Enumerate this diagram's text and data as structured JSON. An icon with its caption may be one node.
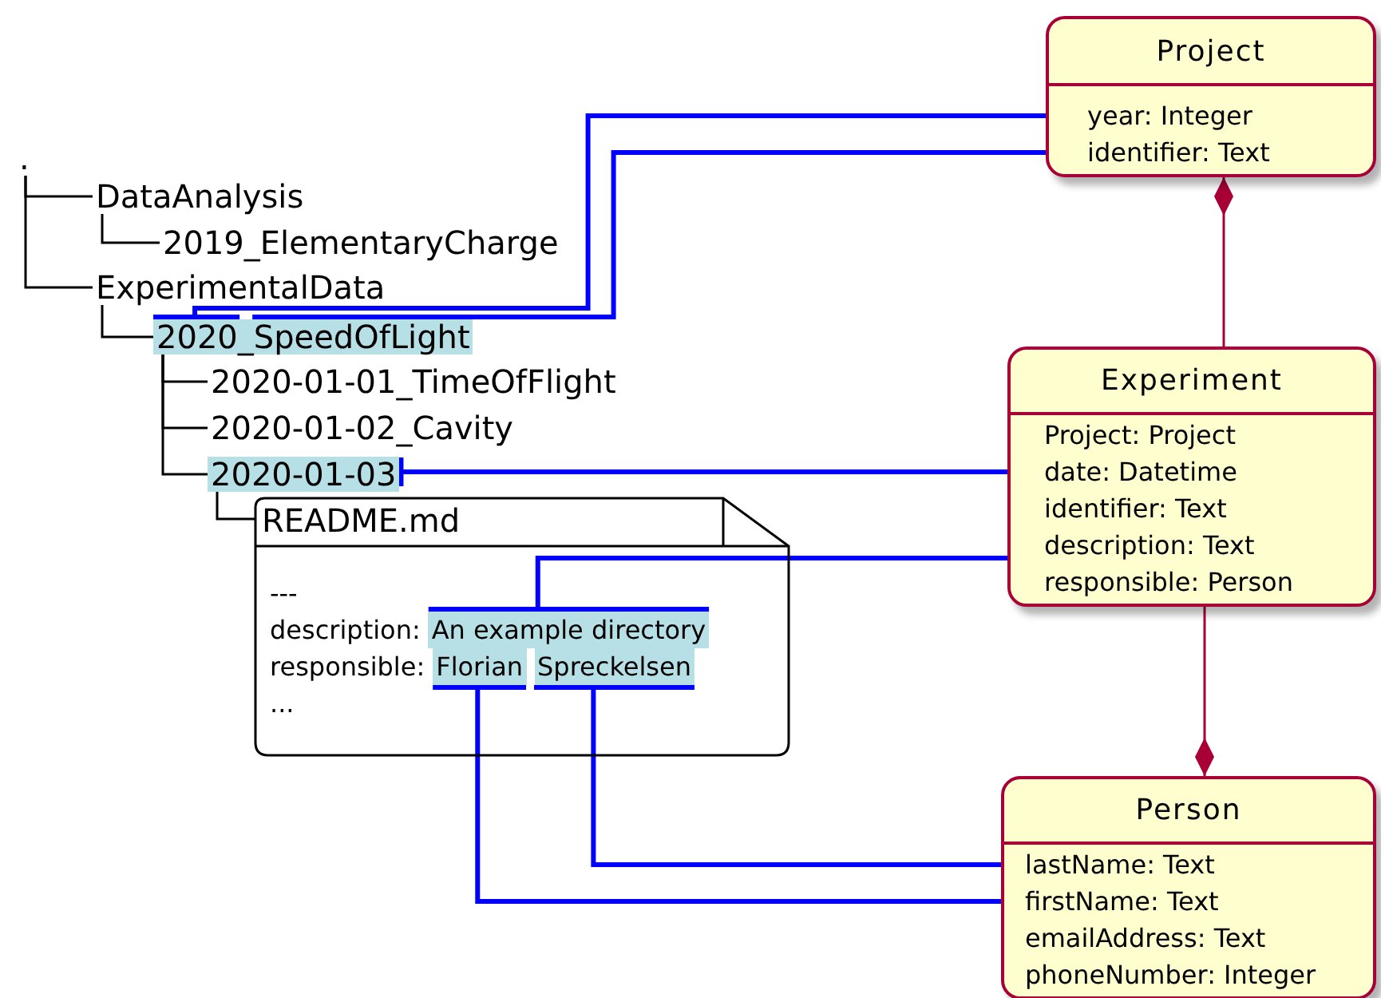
{
  "diagram": {
    "nodes": [
      {
        "text": [
          "."
        ]
      },
      {
        "text": [
          "DataAnalysis"
        ]
      },
      {
        "text": [
          "2019_ElementaryCharge"
        ]
      },
      {
        "text": [
          "ExperimentalData"
        ]
      },
      {
        "text": [
          "2020_SpeedOfLight"
        ]
      },
      {
        "text": [
          "2020-01-01_TimeOfFlight"
        ]
      },
      {
        "text": [
          "2020-01-02_Cavity"
        ]
      },
      {
        "text": [
          "2020-01-03"
        ]
      },
      {
        "text": [
          "README.md",
          "---",
          "description:",
          "responsible:",
          "..."
        ]
      },
      {
        "text": [
          "An example directory"
        ],
        "in": 8
      },
      {
        "text": [
          "Florian"
        ],
        "in": 8
      },
      {
        "text": [
          "Spreckelsen"
        ],
        "in": 8
      },
      {
        "text": [
          "Project"
        ]
      },
      {
        "text": [
          "year: Integer"
        ],
        "in": 12
      },
      {
        "text": [
          "identifier: Text"
        ],
        "in": 12
      },
      {
        "text": [
          "Experiment"
        ]
      },
      {
        "text": [
          "Project: Project"
        ],
        "in": 15
      },
      {
        "text": [
          "date: Datetime"
        ],
        "in": 15
      },
      {
        "text": [
          "identifier: Text"
        ],
        "in": 15
      },
      {
        "text": [
          "description: Text"
        ],
        "in": 15
      },
      {
        "text": [
          "responsible: Person"
        ],
        "in": 15
      },
      {
        "text": [
          "Person"
        ]
      },
      {
        "text": [
          "lastName: Text"
        ],
        "in": 21
      },
      {
        "text": [
          "firstName: Text"
        ],
        "in": 21
      },
      {
        "text": [
          "emailAddress: Text"
        ],
        "in": 21
      },
      {
        "text": [
          "phoneNumber: Integer"
        ],
        "in": 21
      }
    ],
    "edges": [
      {
        "from": 0,
        "to": 1,
        "arrow": "none"
      },
      {
        "from": 1,
        "to": 2,
        "arrow": "none"
      },
      {
        "from": 0,
        "to": 3,
        "arrow": "none"
      },
      {
        "from": 3,
        "to": 4,
        "arrow": "none"
      },
      {
        "from": 4,
        "to": 5,
        "arrow": "none"
      },
      {
        "from": 4,
        "to": 6,
        "arrow": "none"
      },
      {
        "from": 4,
        "to": 7,
        "arrow": "none"
      },
      {
        "from": 7,
        "to": 8,
        "arrow": "none"
      },
      {
        "from": 4,
        "to": 13,
        "arrow": "none",
        "style": "thick",
        "color": "#0000ff"
      },
      {
        "from": 4,
        "to": 14,
        "arrow": "none",
        "style": "thick",
        "color": "#0000ff"
      },
      {
        "from": 7,
        "to": 17,
        "arrow": "other",
        "style": "thick",
        "color": "#0000ff"
      },
      {
        "from": 9,
        "to": 19,
        "arrow": "none",
        "style": "thick",
        "color": "#0000ff"
      },
      {
        "from": 10,
        "to": 23,
        "arrow": "none",
        "style": "thick",
        "color": "#0000ff"
      },
      {
        "from": 11,
        "to": 22,
        "arrow": "none",
        "style": "thick",
        "color": "#0000ff"
      },
      {
        "from": 12,
        "to": 15,
        "arrow": "other",
        "color": "#a80036"
      },
      {
        "from": 21,
        "to": 15,
        "arrow": "other",
        "color": "#a80036"
      }
    ]
  }
}
